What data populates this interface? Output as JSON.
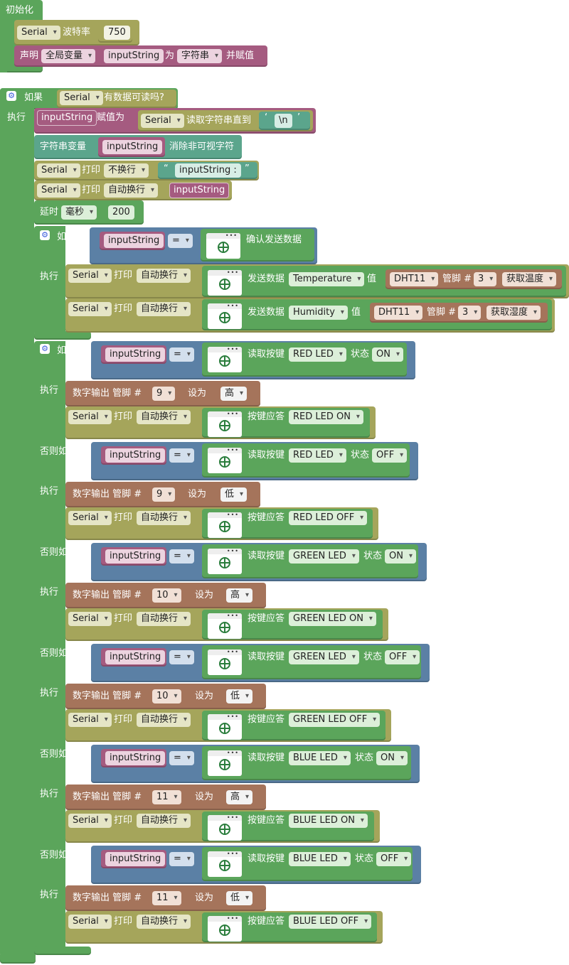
{
  "colors": {
    "control": "#5ba55b",
    "logic": "#5b80a5",
    "serial": "#a5a55b",
    "text": "#5ba58c",
    "variable": "#a55b80",
    "io": "#a5745b"
  },
  "setup": {
    "title": "初始化",
    "serial": "Serial",
    "baud_label": "波特率",
    "baud_value": "750",
    "declare_label": "声明",
    "scope": "全局变量",
    "var_name": "inputString",
    "as_label": "为",
    "type": "字符串",
    "assign_label": "并赋值"
  },
  "main_if": {
    "if_label": "如果",
    "serial": "Serial",
    "available_label": "有数据可读吗?",
    "do_label": "执行",
    "assign_var": "inputString",
    "assign_label": "赋值为",
    "read_serial": "Serial",
    "read_label": "读取字符串直到",
    "read_char": "\\n",
    "trim_label": "字符串变量",
    "trim_var": "inputString",
    "trim_suffix": "消除非可视字符",
    "print1_serial": "Serial",
    "print_label": "打印",
    "print1_mode": "不换行",
    "print1_text": "inputString :",
    "print2_serial": "Serial",
    "print2_mode": "自动换行",
    "print2_var": "inputString",
    "delay_label": "延时",
    "delay_unit": "毫秒",
    "delay_value": "200"
  },
  "confirm_if": {
    "if_label": "如果",
    "var": "inputString",
    "op": "=",
    "confirm_label": "确认发送数据",
    "do_label": "执行",
    "rows": [
      {
        "serial": "Serial",
        "print_label": "打印",
        "mode": "自动换行",
        "send_label": "发送数据",
        "field": "Temperature",
        "value_label": "值",
        "sensor": "DHT11",
        "pin_label": "管脚 #",
        "pin": "3",
        "read": "获取温度"
      },
      {
        "serial": "Serial",
        "print_label": "打印",
        "mode": "自动换行",
        "send_label": "发送数据",
        "field": "Humidity",
        "value_label": "值",
        "sensor": "DHT11",
        "pin_label": "管脚 #",
        "pin": "3",
        "read": "获取湿度"
      }
    ]
  },
  "led_if": {
    "if_label": "如果",
    "elseif_label": "否则如果",
    "do_label": "执行",
    "var": "inputString",
    "op": "=",
    "read_key_label": "读取按键",
    "state_label": "状态",
    "digital_label": "数字输出 管脚 #",
    "set_label": "设为",
    "serial": "Serial",
    "print_label": "打印",
    "mode": "自动换行",
    "reply_label": "按键应答",
    "branches": [
      {
        "key": "RED LED",
        "state": "ON",
        "pin": "9",
        "level": "高",
        "reply": "RED LED ON"
      },
      {
        "key": "RED LED",
        "state": "OFF",
        "pin": "9",
        "level": "低",
        "reply": "RED LED OFF"
      },
      {
        "key": "GREEN LED",
        "state": "ON",
        "pin": "10",
        "level": "高",
        "reply": "GREEN LED ON"
      },
      {
        "key": "GREEN LED",
        "state": "OFF",
        "pin": "10",
        "level": "低",
        "reply": "GREEN LED OFF"
      },
      {
        "key": "BLUE LED",
        "state": "ON",
        "pin": "11",
        "level": "高",
        "reply": "BLUE LED ON"
      },
      {
        "key": "BLUE LED",
        "state": "OFF",
        "pin": "11",
        "level": "低",
        "reply": "BLUE LED OFF"
      }
    ]
  }
}
